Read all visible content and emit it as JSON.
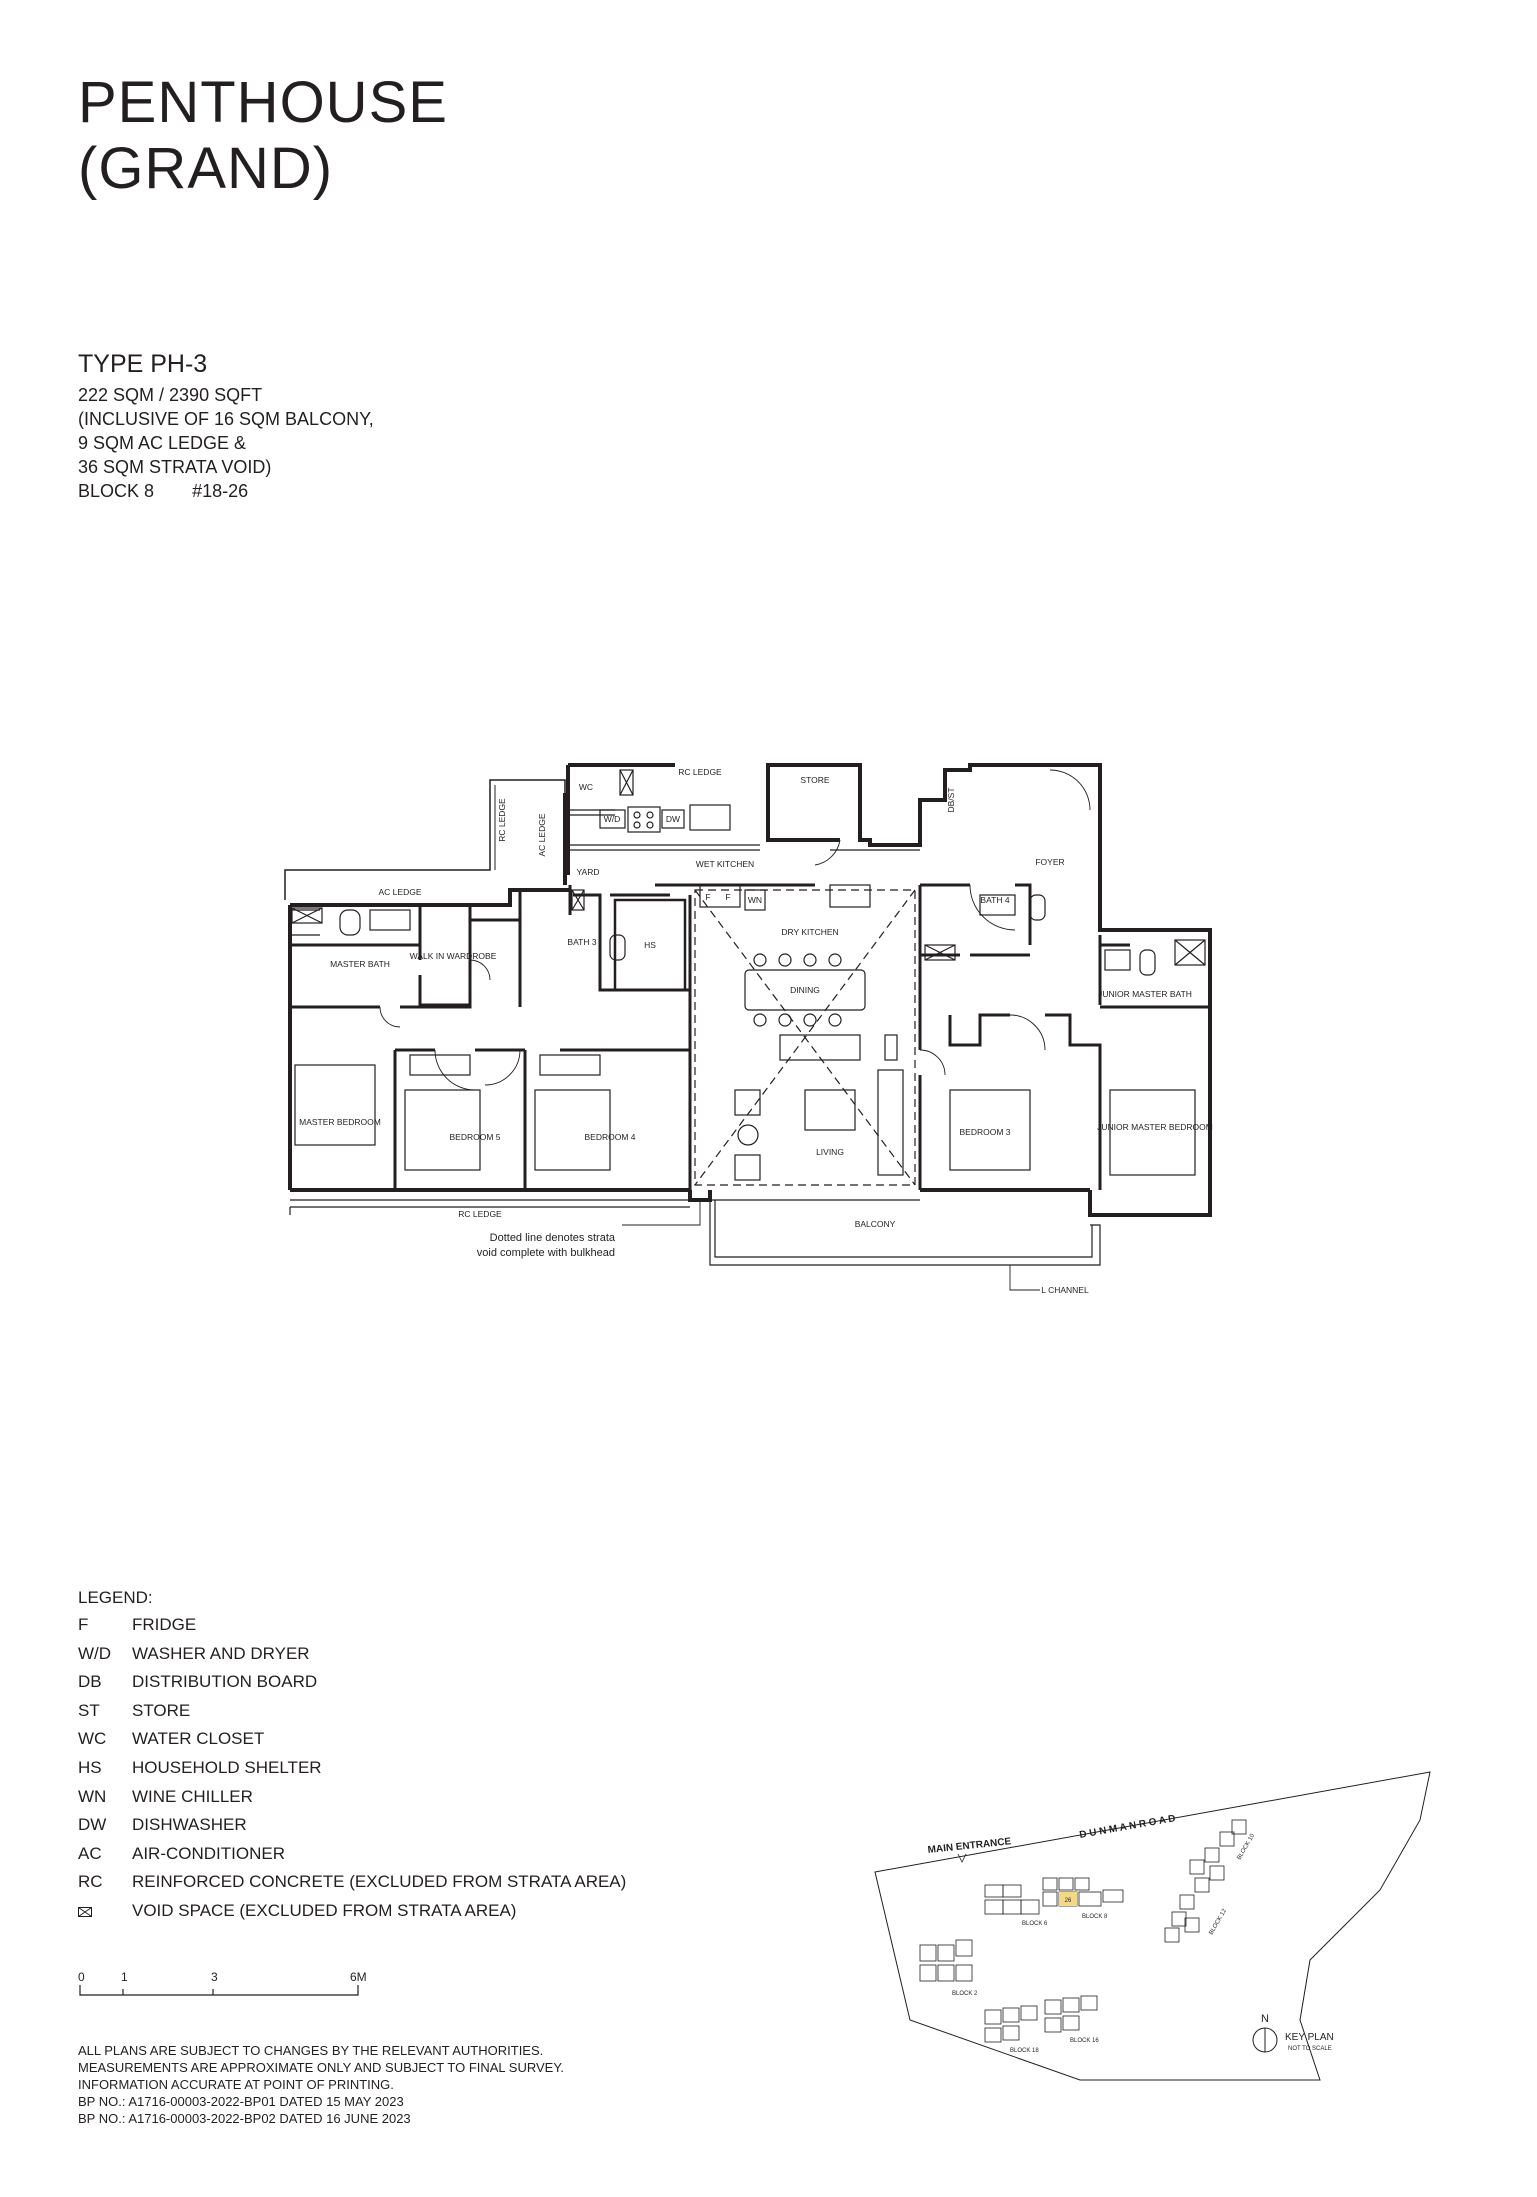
{
  "header": {
    "title_line1": "PENTHOUSE",
    "title_line2": "(GRAND)"
  },
  "unit": {
    "type": "TYPE PH-3",
    "area": "222 SQM / 2390 SQFT",
    "inclusive_1": "(INCLUSIVE OF 16 SQM BALCONY,",
    "inclusive_2": "9 SQM AC LEDGE &",
    "inclusive_3": "36 SQM STRATA VOID)",
    "block": "BLOCK 8",
    "unit_no": "#18-26"
  },
  "plan_labels": {
    "rc_ledge_top": "RC LEDGE",
    "store": "STORE",
    "wc": "WC",
    "wd": "W/D",
    "dw": "DW",
    "db": "DB/ST",
    "yard": "YARD",
    "wet_kitchen": "WET KITCHEN",
    "foyer": "FOYER",
    "ac_ledge_top": "AC LEDGE",
    "rc_ledge_left": "RC LEDGE",
    "ac_ledge_left": "AC LEDGE",
    "f1": "F",
    "f2": "F",
    "wn": "WN",
    "dry_kitchen": "DRY KITCHEN",
    "dining": "DINING",
    "hs": "HS",
    "bath3": "BATH 3",
    "bath4": "BATH 4",
    "master_bath": "MASTER BATH",
    "walk_in": "WALK IN WARDROBE",
    "junior_master_bath": "JUNIOR MASTER BATH",
    "master_bedroom": "MASTER BEDROOM",
    "bedroom5": "BEDROOM 5",
    "bedroom4": "BEDROOM 4",
    "living": "LIVING",
    "bedroom3": "BEDROOM 3",
    "junior_master_bedroom": "JUNIOR MASTER BEDROOM",
    "rc_ledge_bottom": "RC LEDGE",
    "balcony": "BALCONY",
    "l_channel": "L CHANNEL",
    "note_1": "Dotted line denotes strata",
    "note_2": "void complete with bulkhead"
  },
  "legend": {
    "heading": "LEGEND:",
    "items": [
      {
        "code": "F",
        "desc": "FRIDGE"
      },
      {
        "code": "W/D",
        "desc": "WASHER AND DRYER"
      },
      {
        "code": "DB",
        "desc": "DISTRIBUTION BOARD"
      },
      {
        "code": "ST",
        "desc": "STORE"
      },
      {
        "code": "WC",
        "desc": "WATER CLOSET"
      },
      {
        "code": "HS",
        "desc": "HOUSEHOLD SHELTER"
      },
      {
        "code": "WN",
        "desc": "WINE CHILLER"
      },
      {
        "code": "DW",
        "desc": "DISHWASHER"
      },
      {
        "code": "AC",
        "desc": "AIR-CONDITIONER"
      },
      {
        "code": "RC",
        "desc": "REINFORCED CONCRETE (EXCLUDED FROM STRATA AREA)"
      },
      {
        "code": "",
        "desc": "VOID SPACE (EXCLUDED FROM STRATA AREA)"
      }
    ]
  },
  "scale": {
    "t0": "0",
    "t1": "1",
    "t3": "3",
    "t6": "6M"
  },
  "disclaimer": {
    "line1": "ALL PLANS ARE SUBJECT TO CHANGES BY THE RELEVANT AUTHORITIES.",
    "line2": "MEASUREMENTS ARE APPROXIMATE ONLY AND SUBJECT TO FINAL SURVEY.",
    "line3": "INFORMATION ACCURATE AT POINT OF PRINTING.",
    "line4": "BP NO.: A1716-00003-2022-BP01 DATED 15 MAY 2023",
    "line5": "BP NO.: A1716-00003-2022-BP02 DATED 16 JUNE 2023"
  },
  "keyplan": {
    "main_entrance": "MAIN ENTRANCE",
    "road": "D U N M A N   R O A D",
    "north": "N",
    "title": "KEY PLAN",
    "subtitle": "NOT TO SCALE",
    "block6": "BLOCK 6",
    "block8": "BLOCK 8",
    "block2": "BLOCK 2",
    "block10": "BLOCK 10",
    "block12": "BLOCK 12",
    "block16": "BLOCK 16",
    "block18": "BLOCK 18",
    "highlight_unit": "26",
    "highlight_color": "#f2d98a"
  }
}
